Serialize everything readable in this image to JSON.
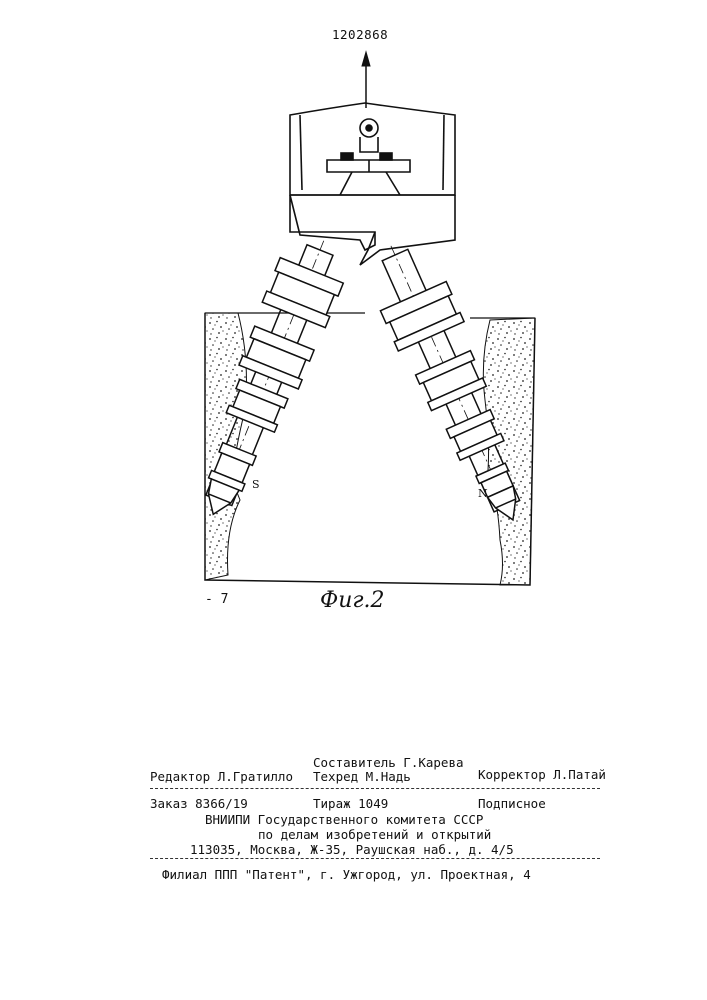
{
  "header": {
    "patent_number": "1202868"
  },
  "figure": {
    "label": "Фиг.2",
    "reference_numeral": "- 7"
  },
  "imprint": {
    "compiler": "Составитель Г.Карева",
    "editor": "Редактор Л.Гратилло",
    "techred": "Техред М.Надь",
    "corrector": "Корректор Л.Патай",
    "order": "Заказ 8366/19",
    "circulation": "Тираж 1049",
    "subscription": "Подписное",
    "org_line1": "ВНИИПИ Государственного комитета СССР",
    "org_line2": "по делам изобретений и открытий",
    "address": "113035, Москва, Ж-35, Раушская наб., д. 4/5",
    "branch": "Филиал ППП \"Патент\", г. Ужгород, ул. Проектная, 4"
  }
}
